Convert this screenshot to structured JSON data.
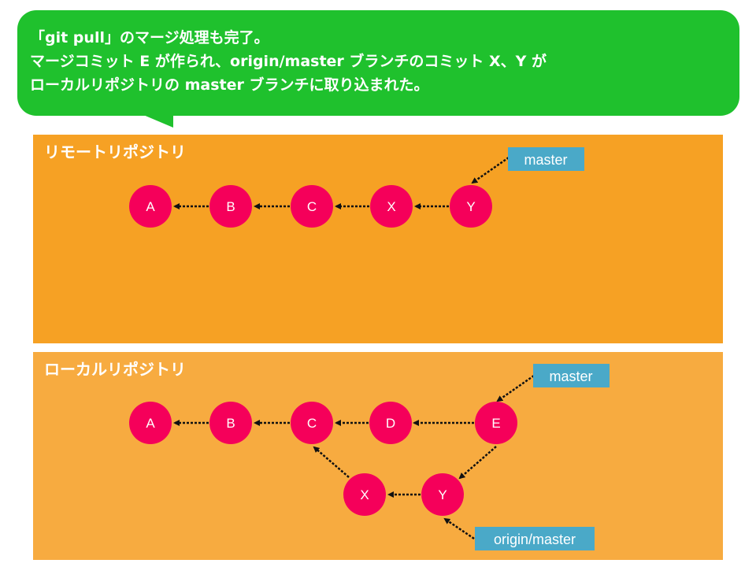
{
  "message": {
    "line1": "「git pull」のマージ処理も完了。",
    "line2": "マージコミット E が作られ、origin/master ブランチのコミット X、Y が",
    "line3": "ローカルリポジトリの master ブランチに取り込まれた。"
  },
  "remote": {
    "title": "リモートリポジトリ",
    "commits": [
      "A",
      "B",
      "C",
      "X",
      "Y"
    ],
    "branch_label": "master"
  },
  "local": {
    "title": "ローカルリポジトリ",
    "main_commits": [
      "A",
      "B",
      "C",
      "D",
      "E"
    ],
    "side_commits": [
      "X",
      "Y"
    ],
    "master_label": "master",
    "origin_label": "origin/master"
  },
  "colors": {
    "bubble": "#1fc12d",
    "remote_panel": "#f6a124",
    "local_panel": "#f7ab40",
    "commit": "#f5005a",
    "branch_tag": "#4aa9c8"
  }
}
